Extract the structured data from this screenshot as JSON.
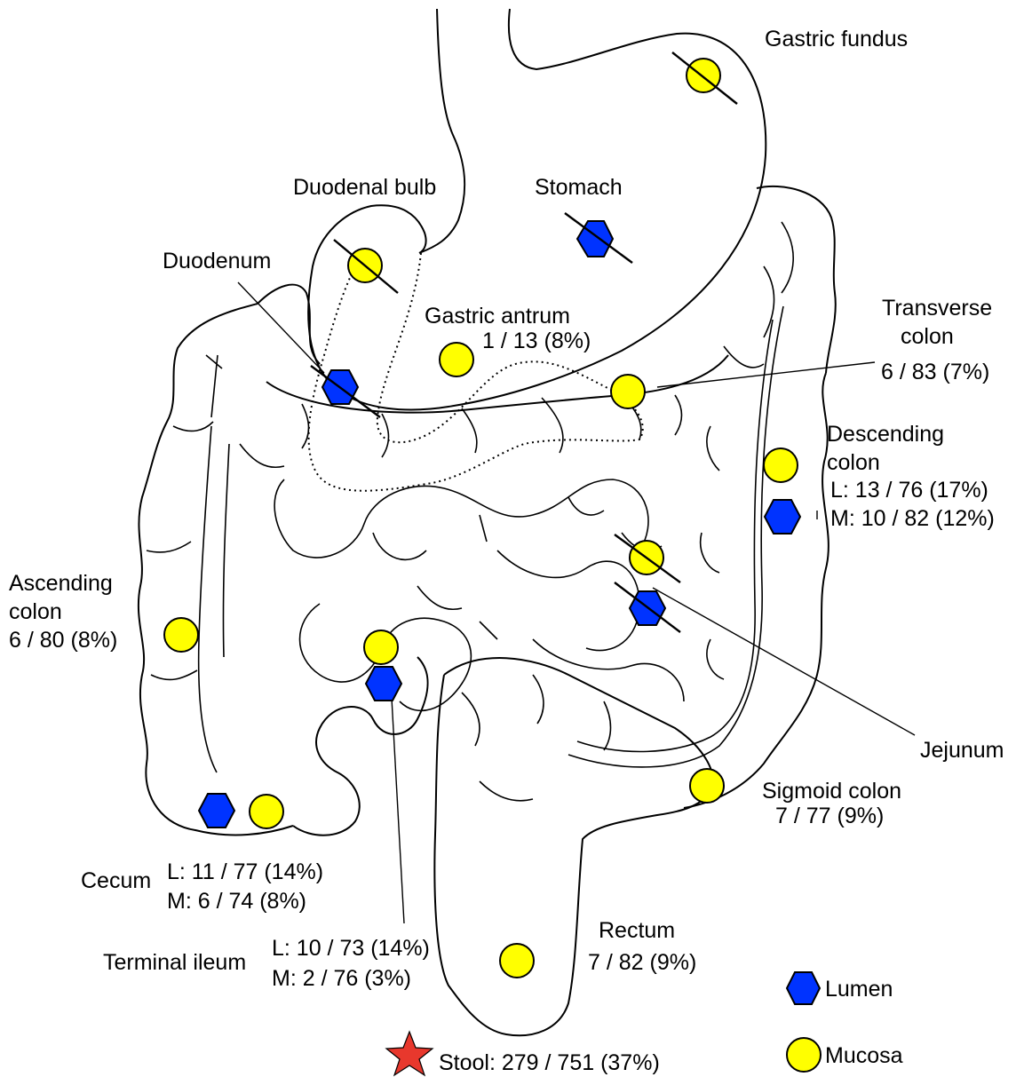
{
  "colors": {
    "lumen": "#0033ff",
    "mucosa": "#ffff00",
    "stool": "#e8382d",
    "outline": "#000000",
    "background": "#ffffff"
  },
  "labels": {
    "gastric_fundus": "Gastric fundus",
    "stomach": "Stomach",
    "duodenal_bulb": "Duodenal bulb",
    "duodenum": "Duodenum",
    "gastric_antrum": "Gastric antrum",
    "gastric_antrum_value": "1 / 13 (8%)",
    "transverse_colon_1": "Transverse",
    "transverse_colon_2": "colon",
    "transverse_colon_value": "6 / 83 (7%)",
    "descending_colon_1": "Descending",
    "descending_colon_2": "colon",
    "descending_colon_l": "L: 13 / 76 (17%)",
    "descending_colon_m": "M: 10 / 82 (12%)",
    "ascending_colon_1": "Ascending",
    "ascending_colon_2": "colon",
    "ascending_colon_value": "6 / 80 (8%)",
    "jejunum": "Jejunum",
    "sigmoid_colon": "Sigmoid colon",
    "sigmoid_colon_value": "7 / 77 (9%)",
    "cecum": "Cecum",
    "cecum_l": "L: 11 / 77 (14%)",
    "cecum_m": "M: 6 / 74 (8%)",
    "terminal_ileum": "Terminal ileum",
    "terminal_ileum_l": "L: 10 / 73 (14%)",
    "terminal_ileum_m": "M: 2 / 76 (3%)",
    "rectum": "Rectum",
    "rectum_value": "7 / 82 (9%)",
    "stool": "Stool: 279 / 751 (37%)"
  },
  "legend": {
    "lumen": "Lumen",
    "mucosa": "Mucosa"
  },
  "markers": [
    {
      "site": "gastric-fundus",
      "kind": "mucosa",
      "struck": true
    },
    {
      "site": "stomach",
      "kind": "lumen",
      "struck": true
    },
    {
      "site": "duodenal-bulb",
      "kind": "mucosa",
      "struck": true
    },
    {
      "site": "duodenum",
      "kind": "lumen",
      "struck": true
    },
    {
      "site": "gastric-antrum",
      "kind": "mucosa",
      "struck": false
    },
    {
      "site": "transverse-colon",
      "kind": "mucosa",
      "struck": false
    },
    {
      "site": "descending-colon",
      "kind": "mucosa",
      "struck": false
    },
    {
      "site": "descending-colon",
      "kind": "lumen",
      "struck": false
    },
    {
      "site": "jejunum",
      "kind": "mucosa",
      "struck": true
    },
    {
      "site": "jejunum",
      "kind": "lumen",
      "struck": true
    },
    {
      "site": "ascending-colon",
      "kind": "mucosa",
      "struck": false
    },
    {
      "site": "terminal-ileum",
      "kind": "mucosa",
      "struck": false
    },
    {
      "site": "terminal-ileum",
      "kind": "lumen",
      "struck": false
    },
    {
      "site": "cecum",
      "kind": "lumen",
      "struck": false
    },
    {
      "site": "cecum",
      "kind": "mucosa",
      "struck": false
    },
    {
      "site": "sigmoid-colon",
      "kind": "mucosa",
      "struck": false
    },
    {
      "site": "rectum",
      "kind": "mucosa",
      "struck": false
    },
    {
      "site": "stool",
      "kind": "stool",
      "struck": false
    }
  ]
}
